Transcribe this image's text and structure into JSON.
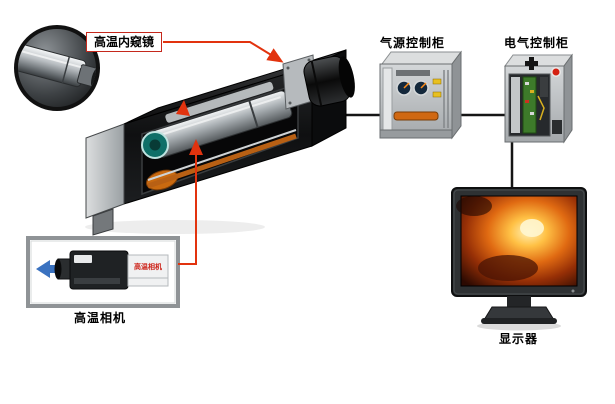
{
  "diagram": {
    "type": "equipment-connection-diagram",
    "background": "#ffffff",
    "labels": {
      "endoscope": "高温内窥镜",
      "air_cabinet": "气源控制柜",
      "electric_cabinet": "电气控制柜",
      "camera": "高温相机",
      "camera_inset_text": "高温相机",
      "monitor": "显示器"
    },
    "connections": [
      {
        "from": "endoscope-callout-label",
        "to": "machine-lens",
        "style": "red-arrow"
      },
      {
        "from": "machine-enclosure",
        "to": "air-control-cabinet",
        "style": "black-cable"
      },
      {
        "from": "air-control-cabinet",
        "to": "electric-control-cabinet",
        "style": "black-cable"
      },
      {
        "from": "electric-control-cabinet",
        "to": "monitor",
        "style": "black-cable"
      },
      {
        "from": "camera-inset",
        "to": "machine-interior",
        "style": "red-arrow"
      }
    ],
    "colors": {
      "callout_red": "#e2330e",
      "cable_black": "#151515",
      "machine_black": "#121314",
      "cabinet_gray": "#c0c4c7",
      "screen_orange": "#e06a12"
    }
  }
}
